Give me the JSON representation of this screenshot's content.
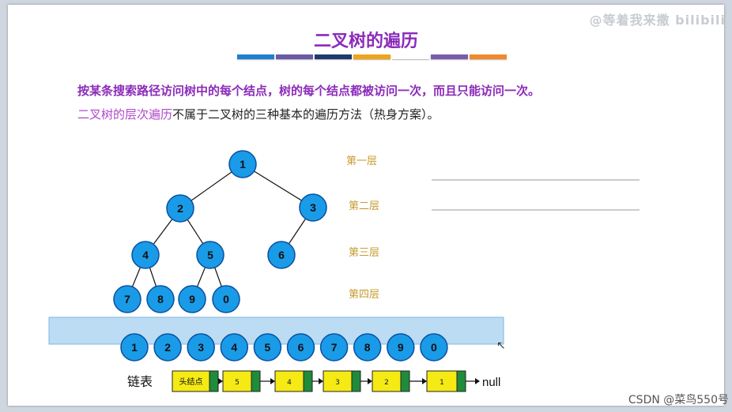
{
  "watermark": "@等着我来撒 bilibili",
  "title": "二叉树的遍历",
  "title_bar_colors": [
    "#1f7fd0",
    "#6b5aa6",
    "#1e3a6e",
    "#f0a41a",
    "#ffffff",
    "#7a5cab",
    "#f08a2a"
  ],
  "intro": {
    "line1": "按某条搜索路径访问树中的每个结点，树的每个结点都被访问一次，而且只能访问一次。",
    "line2_highlight": "二叉树的层次遍历",
    "line2_rest": "不属于二叉树的三种基本的遍历方法（热身方案）。"
  },
  "tree": {
    "nodes": [
      {
        "id": "n1",
        "label": "1"
      },
      {
        "id": "n2",
        "label": "2"
      },
      {
        "id": "n3",
        "label": "3"
      },
      {
        "id": "n4",
        "label": "4"
      },
      {
        "id": "n5",
        "label": "5"
      },
      {
        "id": "n6",
        "label": "6"
      },
      {
        "id": "n7",
        "label": "7"
      },
      {
        "id": "n8",
        "label": "8"
      },
      {
        "id": "n9",
        "label": "9"
      },
      {
        "id": "n0",
        "label": "0"
      }
    ],
    "edges": [
      [
        "n1",
        "n2"
      ],
      [
        "n1",
        "n3"
      ],
      [
        "n2",
        "n4"
      ],
      [
        "n2",
        "n5"
      ],
      [
        "n3",
        "n6"
      ],
      [
        "n4",
        "n7"
      ],
      [
        "n4",
        "n8"
      ],
      [
        "n5",
        "n9"
      ],
      [
        "n5",
        "n0"
      ]
    ]
  },
  "levels": [
    "第一层",
    "第二层",
    "第三层",
    "第四层"
  ],
  "sequence": [
    "1",
    "2",
    "3",
    "4",
    "5",
    "6",
    "7",
    "8",
    "9",
    "0"
  ],
  "linked_list": {
    "label": "链表",
    "cells": [
      "头结点",
      "5",
      "4",
      "3",
      "2",
      "1"
    ],
    "terminal": "null"
  },
  "footer": "CSDN @菜鸟550号",
  "colors": {
    "node_fill": "#1a9be8",
    "node_stroke": "#0b4fa0",
    "level_text": "#c79b2e",
    "band_fill": "#bcdcf4",
    "band_stroke": "#7fb5e0",
    "cell_fill": "#f5ea14",
    "cell_tail": "#1e8c3a"
  }
}
